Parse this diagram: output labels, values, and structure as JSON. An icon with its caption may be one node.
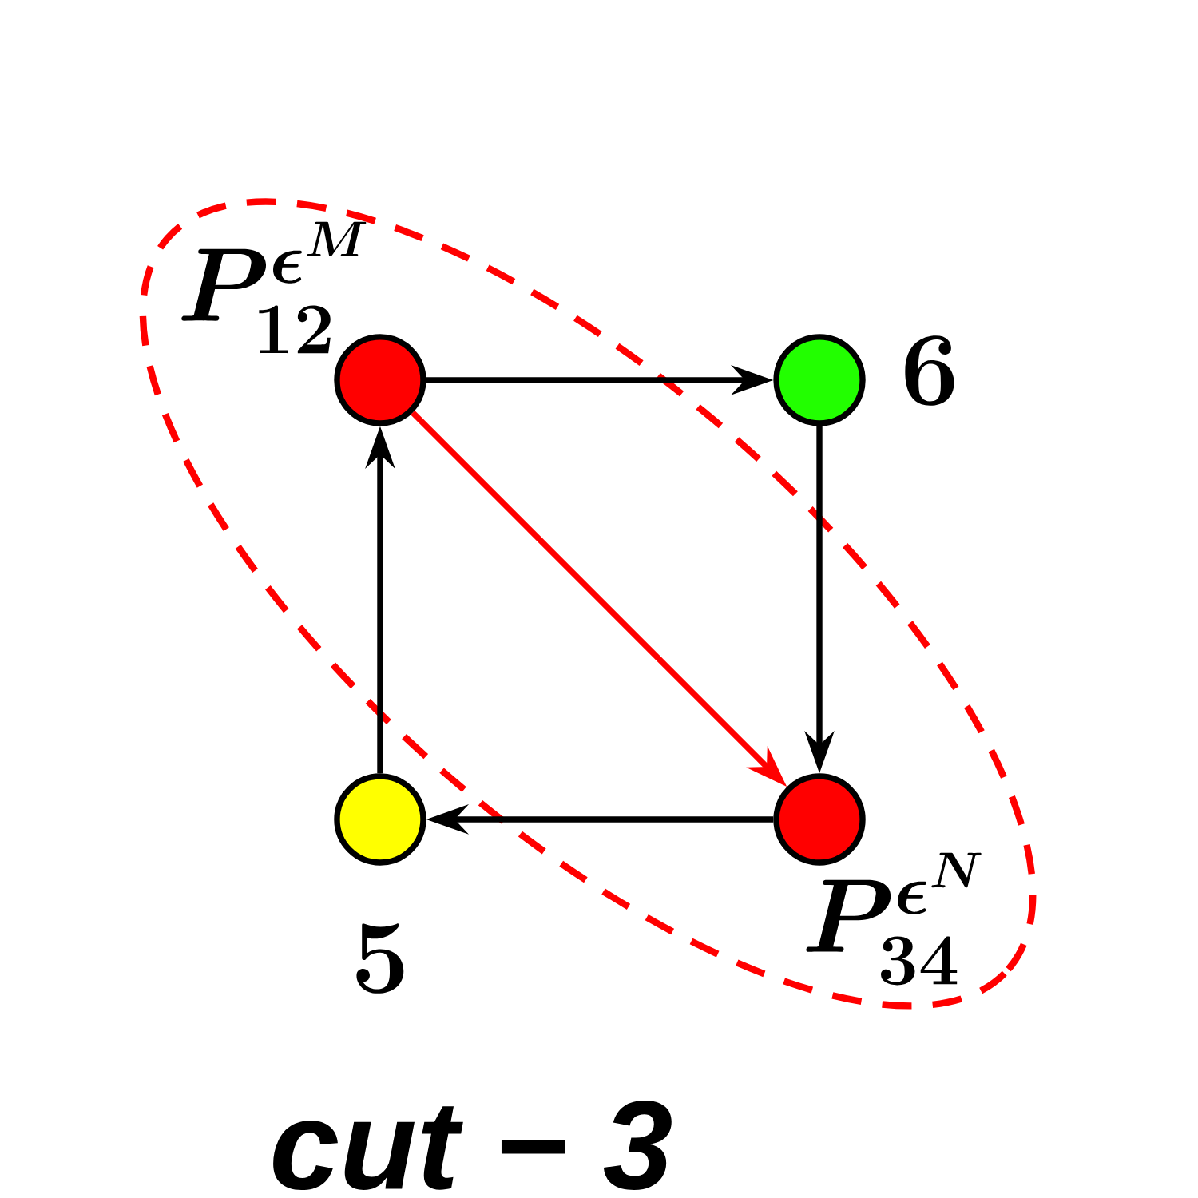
{
  "diagram": {
    "caption": "cut − 3",
    "nodes": [
      {
        "text": [],
        "shape": "circle",
        "beside": [
          "P_{12}^{\\epsilon^{M}}"
        ]
      },
      {
        "text": [],
        "shape": "circle",
        "beside": [
          "6"
        ]
      },
      {
        "text": [],
        "shape": "circle",
        "beside": [
          "P_{34}^{\\epsilon^{N}}"
        ]
      },
      {
        "text": [],
        "shape": "circle",
        "beside": [
          "5"
        ]
      }
    ],
    "edges": [
      {
        "from": 0,
        "to": 1,
        "arrow": "to"
      },
      {
        "from": 1,
        "to": 2,
        "arrow": "to"
      },
      {
        "from": 2,
        "to": 3,
        "arrow": "to"
      },
      {
        "from": 3,
        "to": 0,
        "arrow": "to"
      },
      {
        "from": 0,
        "to": 2,
        "arrow": "to",
        "color": "#ff0000"
      }
    ]
  }
}
